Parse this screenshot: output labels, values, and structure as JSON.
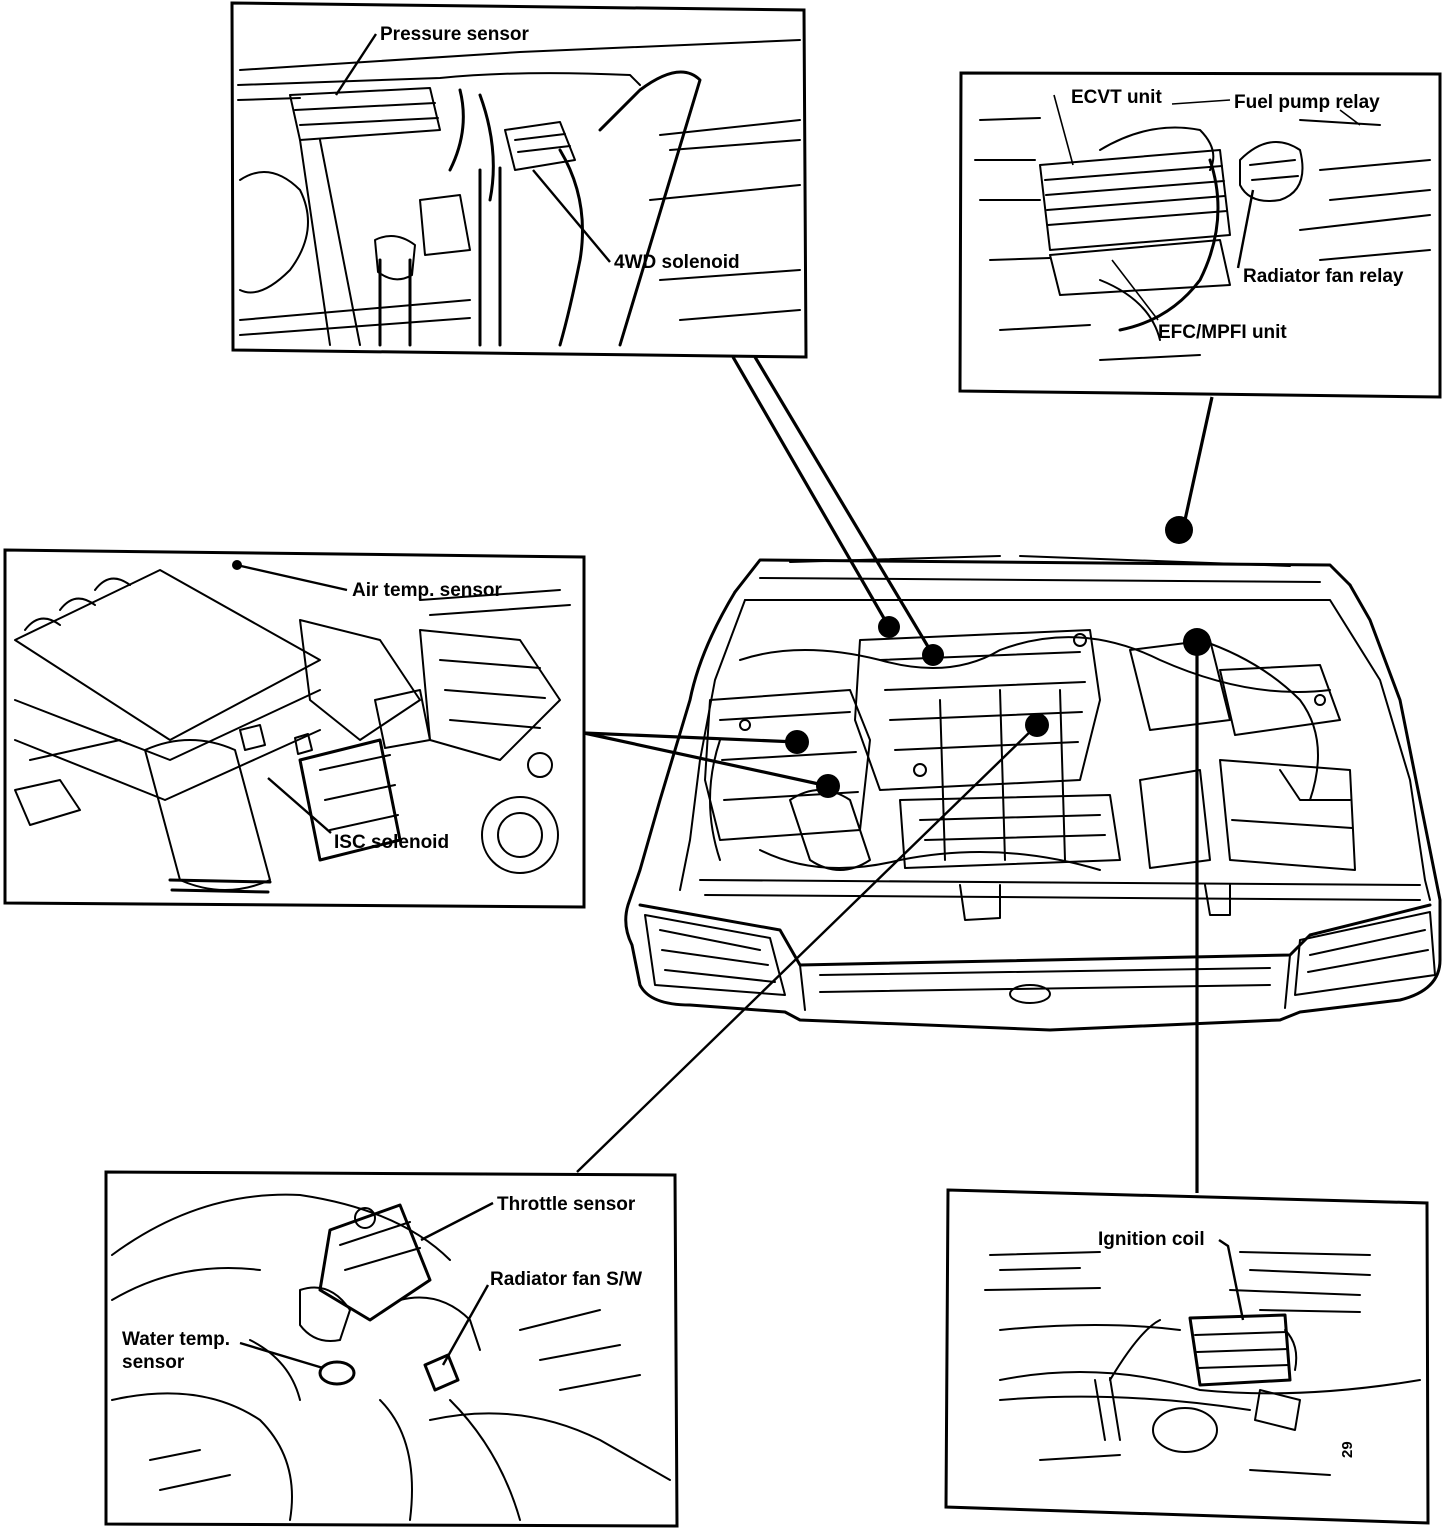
{
  "labels": {
    "pressure_sensor": "Pressure sensor",
    "wd4_solenoid": "4WD solenoid",
    "ecvt_unit": "ECVT unit",
    "fuel_pump_relay": "Fuel pump relay",
    "radiator_fan_relay": "Radiator fan relay",
    "efc_mpfi_unit": "EFC/MPFI unit",
    "air_temp_sensor": "Air temp. sensor",
    "isc_solenoid": "ISC solenoid",
    "throttle_sensor": "Throttle sensor",
    "radiator_fan_sw": "Radiator fan S/W",
    "water_temp_sensor_line1": "Water temp.",
    "water_temp_sensor_line2": "sensor",
    "ignition_coil": "Ignition coil"
  },
  "margin_mark": "29"
}
